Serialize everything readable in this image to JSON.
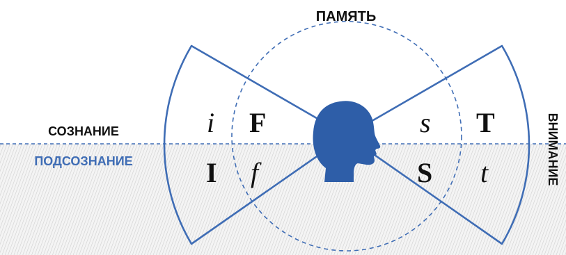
{
  "labels": {
    "memory": "ПАМЯТЬ",
    "consciousness": "СОЗНАНИЕ",
    "subconsciousness": "ПОДСОЗНАНИЕ",
    "attention": "ВНИМАНИЕ"
  },
  "letters": {
    "i": "i",
    "F": "F",
    "I": "I",
    "f": "f",
    "s": "s",
    "T": "T",
    "S": "S",
    "t": "t"
  },
  "colors": {
    "line": "#3f6db5",
    "head": "#2e5ea8",
    "label_dark": "#111111",
    "label_blue": "#3f6db5",
    "hatch": "#d9d9d9"
  },
  "icons": {
    "head": "head-silhouette-icon"
  }
}
